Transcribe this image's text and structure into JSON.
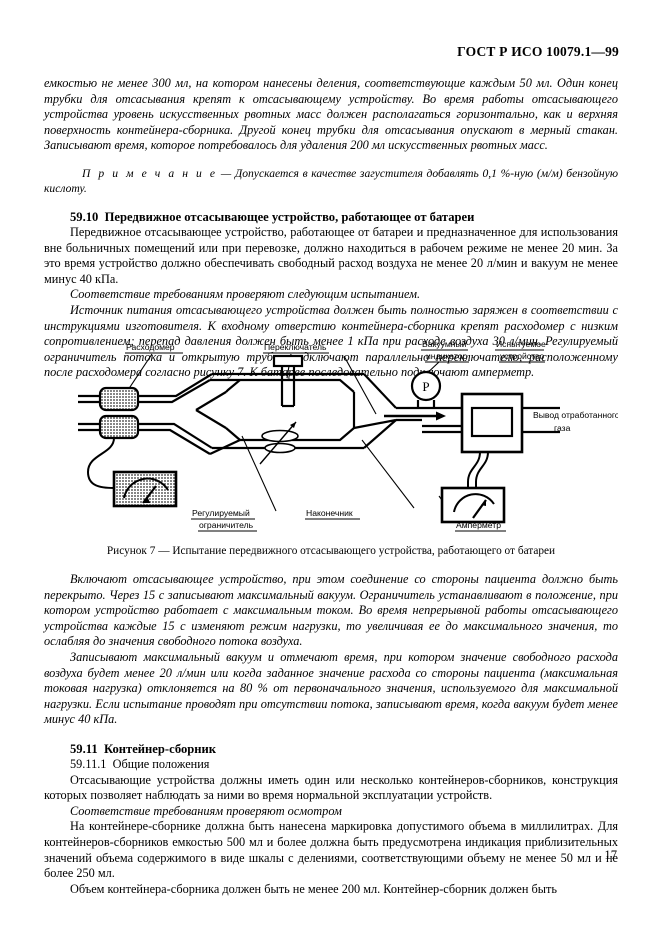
{
  "header": {
    "standard_code": "ГОСТ Р ИСО 10079.1—99"
  },
  "top_paragraphs": {
    "p1": "емкостью не менее 300 мл, на котором нанесены деления, соответствующие каждым 50 мл. Один конец трубки для отсасывания крепят к отсасывающему устройству. Во время работы отсасывающего устройства уровень искусственных рвотных масс должен располагаться горизонтально, как и верхняя поверхность контейнера-сборника. Другой конец трубки для отсасывания опускают в мерный стакан. Записывают время, которое потребовалось для удаления 200 мл искусственных рвотных масс.",
    "note_label": "П р и м е ч а н и е",
    "note_text": " — Допускается в качестве загустителя добавлять 0,1 %-ную (м/м) бензойную кислоту."
  },
  "section_59_10": {
    "number": "59.10",
    "title": "Передвижное отсасывающее устройство, работающее от батареи",
    "p1": "Передвижное отсасывающее устройство, работающее от батареи и предназначенное для использования вне больничных помещений или при перевозке, должно находиться в рабочем режиме не менее 20 мин. За это время устройство должно обеспечивать свободный расход воздуха не менее 20 л/мин и вакуум не менее минус 40 кПа.",
    "p2": "Соответствие требованиям проверяют следующим испытанием.",
    "p3": "Источник питания отсасывающего устройства должен быть полностью заряжен в соответствии с инструкциями изготовителя. К входному отверстию контейнера-сборника крепят расходомер с низким сопротивлением; перепад давления должен быть менее 1 кПа при расходе воздуха 30 л/мин. Регулируемый ограничитель потока и открытую трубку подключают параллельно переключателю, расположенному после расходомера согласно рисунку 7. К батарее последовательно подключают амперметр."
  },
  "figure": {
    "caption": "Рисунок 7 — Испытание передвижного отсасывающего устройства, работающего от батареи",
    "labels": {
      "flowmeter": "Расходомер",
      "switch": "Переключатель",
      "vacuum_indicator_line1": "Вакуумный",
      "vacuum_indicator_line2": "индикатор",
      "device_under_test_line1": "Испытуемое",
      "device_under_test_line2": "устройство",
      "exhaust_line1": "Вывод отработанного",
      "exhaust_line2": "газа",
      "regulator_line1": "Регулируемый",
      "regulator_line2": "ограничитель",
      "tip": "Наконечник",
      "ammeter": "Амперметр",
      "gauge_symbol": "P"
    }
  },
  "lower_paragraphs": {
    "p1": "Включают отсасывающее устройство, при этом соединение со стороны пациента должно быть перекрыто. Через 15 с записывают максимальный вакуум. Ограничитель устанавливают в положение, при котором устройство работает с максимальным током. Во время непрерывной работы отсасывающего устройства каждые 15 с изменяют режим нагрузки, то увеличивая ее до максимального значения, то ослабляя до значения свободного потока воздуха.",
    "p2": "Записывают максимальный вакуум и отмечают время, при котором значение свободного расхода воздуха будет менее 20 л/мин или когда заданное значение расхода со стороны пациента (максимальная токовая нагрузка) отклоняется на 80 % от первоначального значения, используемого для максимальной нагрузки. Если испытание проводят при отсутствии потока, записывают время, когда вакуум будет менее минус 40 кПа."
  },
  "section_59_11": {
    "number": "59.11",
    "title": "Контейнер-сборник",
    "sub_number": "59.11.1",
    "sub_title": "Общие положения",
    "p1": "Отсасывающие устройства должны иметь один или несколько контейнеров-сборников, конструкция которых позволяет наблюдать за ними во время нормальной эксплуатации устройств.",
    "p2": "Соответствие требованиям проверяют осмотром",
    "p3": "На контейнере-сборнике должна быть нанесена маркировка допустимого объема в миллилитрах. Для контейнеров-сборников емкостью 500 мл и более должна быть предусмотрена индикация приблизительных значений объема содержимого в виде шкалы с делениями, соответствующими объему не менее 50 мл и не более 250 мл.",
    "p4": "Объем контейнера-сборника должен быть не менее 200 мл. Контейнер-сборник должен быть"
  },
  "footer": {
    "page_number": "17"
  }
}
